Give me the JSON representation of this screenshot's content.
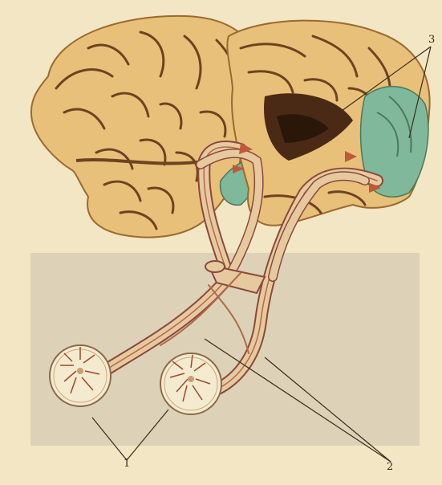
{
  "labels": {
    "retina": "1",
    "optic_nerve": "2",
    "visual_cortex": "3"
  },
  "colors": {
    "paper": "#f3e6c4",
    "panel": "#ddd2b8",
    "brain": "#e8c07a",
    "brain_shadow": "#b98a45",
    "sulcus": "#6e4320",
    "cortex_green": "#7fb89a",
    "pathway": "#e7c9a0",
    "pathway_edge": "#8a4a3a",
    "pathway_core": "#b06a4a",
    "leader": "#3a2a1a"
  }
}
